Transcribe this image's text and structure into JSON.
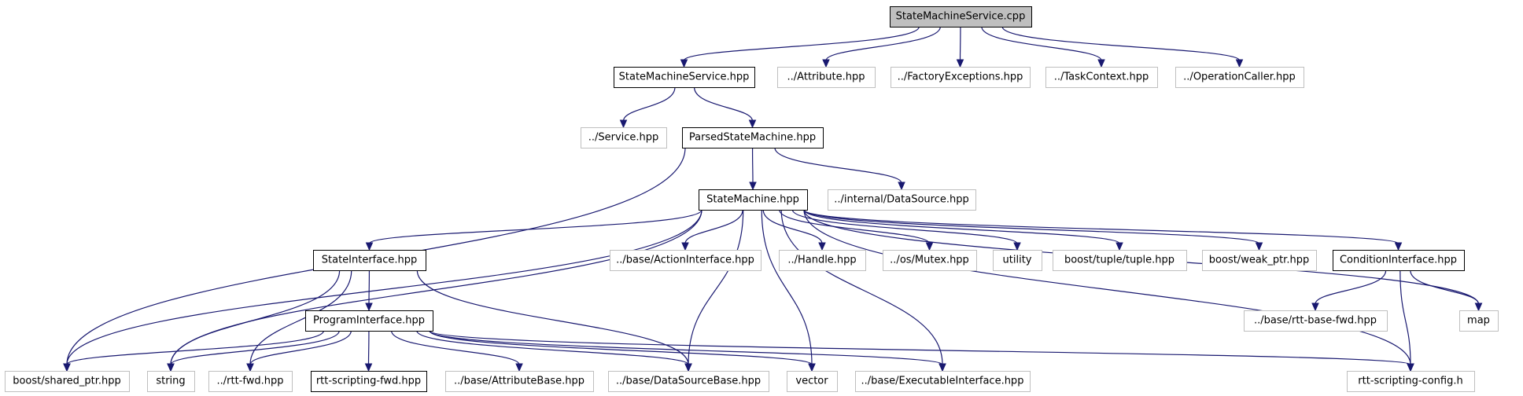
{
  "nodes": [
    {
      "id": "root",
      "label": "StateMachineService.cpp",
      "style": "root"
    },
    {
      "id": "sms_hpp",
      "label": "StateMachineService.hpp",
      "style": "solid"
    },
    {
      "id": "attribute",
      "label": "../Attribute.hpp",
      "style": "grey"
    },
    {
      "id": "factoryex",
      "label": "../FactoryExceptions.hpp",
      "style": "grey"
    },
    {
      "id": "taskcontext",
      "label": "../TaskContext.hpp",
      "style": "grey"
    },
    {
      "id": "opcaller",
      "label": "../OperationCaller.hpp",
      "style": "grey"
    },
    {
      "id": "service",
      "label": "../Service.hpp",
      "style": "grey"
    },
    {
      "id": "parsedsm",
      "label": "ParsedStateMachine.hpp",
      "style": "solid"
    },
    {
      "id": "statemachine",
      "label": "StateMachine.hpp",
      "style": "solid"
    },
    {
      "id": "datasource",
      "label": "../internal/DataSource.hpp",
      "style": "grey"
    },
    {
      "id": "stateiface",
      "label": "StateInterface.hpp",
      "style": "solid"
    },
    {
      "id": "actioniface",
      "label": "../base/ActionInterface.hpp",
      "style": "grey"
    },
    {
      "id": "handle",
      "label": "../Handle.hpp",
      "style": "grey"
    },
    {
      "id": "mutex",
      "label": "../os/Mutex.hpp",
      "style": "grey"
    },
    {
      "id": "utility",
      "label": "utility",
      "style": "grey"
    },
    {
      "id": "tuple",
      "label": "boost/tuple/tuple.hpp",
      "style": "grey"
    },
    {
      "id": "weakptr",
      "label": "boost/weak_ptr.hpp",
      "style": "grey"
    },
    {
      "id": "conditioniface",
      "label": "ConditionInterface.hpp",
      "style": "solid"
    },
    {
      "id": "programiface",
      "label": "ProgramInterface.hpp",
      "style": "solid"
    },
    {
      "id": "rttbasefwd",
      "label": "../base/rtt-base-fwd.hpp",
      "style": "grey"
    },
    {
      "id": "map",
      "label": "map",
      "style": "grey"
    },
    {
      "id": "sharedptr",
      "label": "boost/shared_ptr.hpp",
      "style": "grey"
    },
    {
      "id": "string",
      "label": "string",
      "style": "grey"
    },
    {
      "id": "rttfwd",
      "label": "../rtt-fwd.hpp",
      "style": "grey"
    },
    {
      "id": "rttscriptingfwd",
      "label": "rtt-scripting-fwd.hpp",
      "style": "solid"
    },
    {
      "id": "attributebase",
      "label": "../base/AttributeBase.hpp",
      "style": "grey"
    },
    {
      "id": "datasourcebase",
      "label": "../base/DataSourceBase.hpp",
      "style": "grey"
    },
    {
      "id": "vector",
      "label": "vector",
      "style": "grey"
    },
    {
      "id": "execiface",
      "label": "../base/ExecutableInterface.hpp",
      "style": "grey"
    },
    {
      "id": "rttscriptingconfig",
      "label": "rtt-scripting-config.h",
      "style": "grey"
    }
  ],
  "edges": [
    [
      "root",
      "sms_hpp"
    ],
    [
      "root",
      "attribute"
    ],
    [
      "root",
      "factoryex"
    ],
    [
      "root",
      "taskcontext"
    ],
    [
      "root",
      "opcaller"
    ],
    [
      "sms_hpp",
      "service"
    ],
    [
      "sms_hpp",
      "parsedsm"
    ],
    [
      "parsedsm",
      "statemachine"
    ],
    [
      "parsedsm",
      "datasource"
    ],
    [
      "parsedsm",
      "sharedptr"
    ],
    [
      "statemachine",
      "stateiface"
    ],
    [
      "statemachine",
      "actioniface"
    ],
    [
      "statemachine",
      "handle"
    ],
    [
      "statemachine",
      "mutex"
    ],
    [
      "statemachine",
      "utility"
    ],
    [
      "statemachine",
      "tuple"
    ],
    [
      "statemachine",
      "weakptr"
    ],
    [
      "statemachine",
      "conditioniface"
    ],
    [
      "statemachine",
      "map"
    ],
    [
      "statemachine",
      "rttscriptingconfig"
    ],
    [
      "statemachine",
      "sharedptr"
    ],
    [
      "statemachine",
      "string"
    ],
    [
      "statemachine",
      "datasourcebase"
    ],
    [
      "statemachine",
      "vector"
    ],
    [
      "statemachine",
      "execiface"
    ],
    [
      "stateiface",
      "programiface"
    ],
    [
      "stateiface",
      "string"
    ],
    [
      "stateiface",
      "rttfwd"
    ],
    [
      "stateiface",
      "datasourcebase"
    ],
    [
      "conditioniface",
      "rttbasefwd"
    ],
    [
      "conditioniface",
      "map"
    ],
    [
      "conditioniface",
      "rttscriptingconfig"
    ],
    [
      "programiface",
      "sharedptr"
    ],
    [
      "programiface",
      "string"
    ],
    [
      "programiface",
      "rttfwd"
    ],
    [
      "programiface",
      "rttscriptingfwd"
    ],
    [
      "programiface",
      "attributebase"
    ],
    [
      "programiface",
      "datasourcebase"
    ],
    [
      "programiface",
      "vector"
    ],
    [
      "programiface",
      "execiface"
    ],
    [
      "programiface",
      "rttscriptingconfig"
    ]
  ]
}
